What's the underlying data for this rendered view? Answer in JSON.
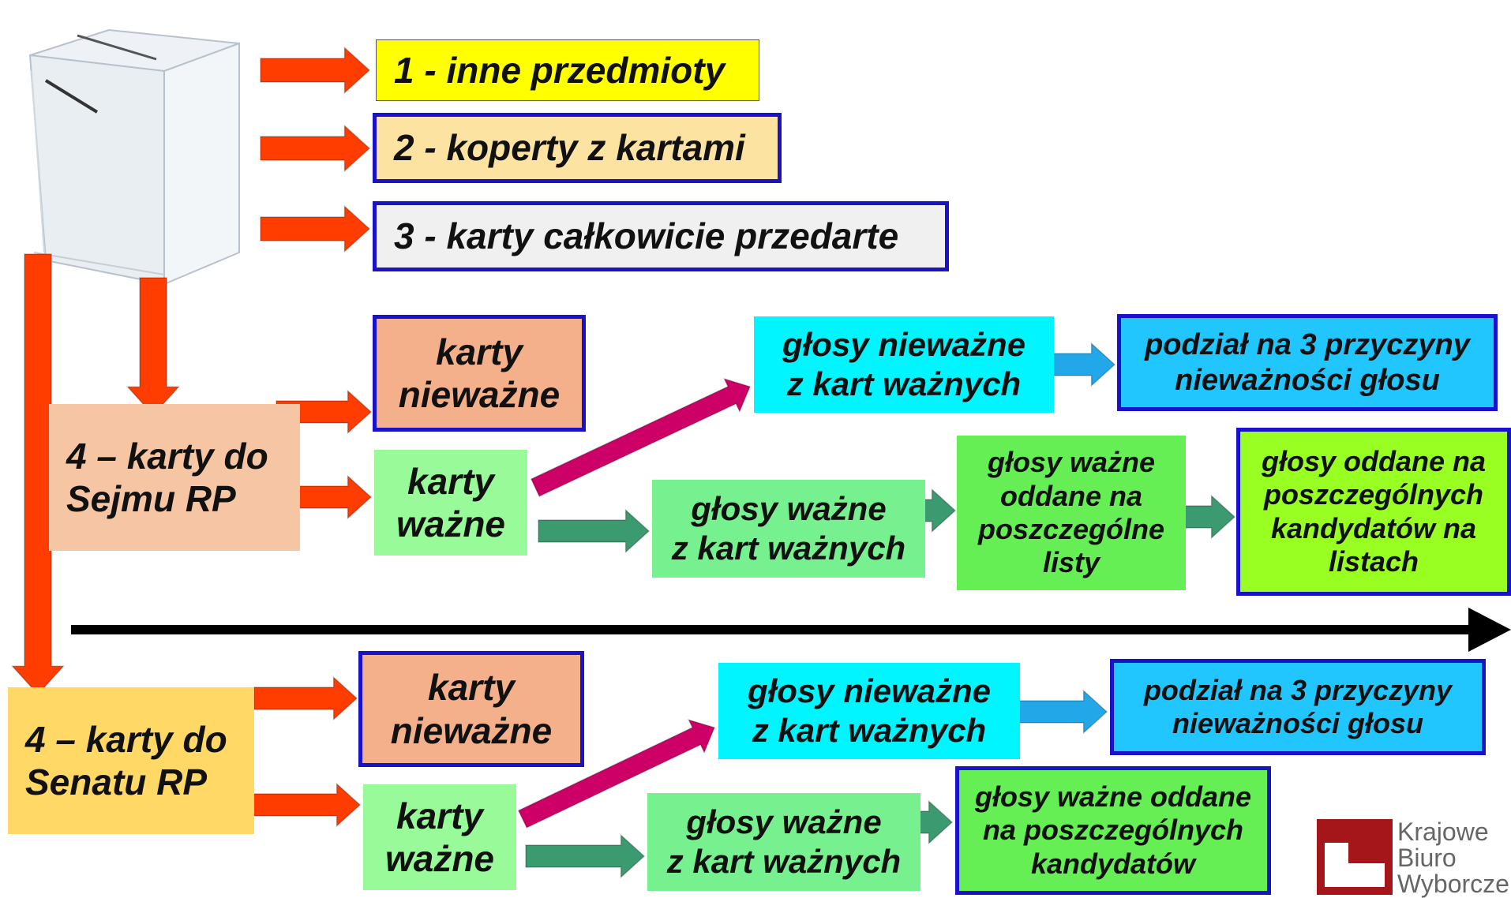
{
  "colors": {
    "red_arrow": "#ff3d00",
    "green_arrow": "#3c9a70",
    "magenta_arrow": "#cc0066",
    "blue_arrow": "#22a8e8",
    "timeline": "#000000",
    "border_blue": "#1a12c9"
  },
  "boxes": {
    "b1": "1 - inne przedmioty",
    "b2": "2 - koperty z kartami",
    "b3": "3 - karty całkowicie przedarte",
    "sejm": {
      "title": "4 – karty do\nSejmu RP",
      "invalid_cards": "karty\nnieważne",
      "valid_cards": "karty\nważne",
      "invalid_votes": "głosy nieważne\nz kart ważnych",
      "three_reasons": "podział na 3 przyczyny\nnieważności głosu",
      "valid_votes": "głosy ważne\nz kart ważnych",
      "votes_lists": "głosy ważne\noddane na\nposzczególne\nlisty",
      "votes_candidates": "głosy oddane na\nposzczególnych\nkandydatów na\nlistach"
    },
    "senat": {
      "title": "4 – karty do\nSenatu RP",
      "invalid_cards": "karty\nnieważne",
      "valid_cards": "karty\nważne",
      "invalid_votes": "głosy nieważne\nz kart ważnych",
      "three_reasons": "podział na 3 przyczyny\nnieważności głosu",
      "valid_votes": "głosy ważne\nz kart ważnych",
      "votes_candidates": "głosy ważne oddane\nna poszczególnych\nkandydatów"
    }
  },
  "logo": {
    "text": "Krajowe\nBiuro\nWyborcze"
  },
  "icons": {
    "urn": "ballot-box-icon",
    "logo": "kbw-logo-icon"
  }
}
